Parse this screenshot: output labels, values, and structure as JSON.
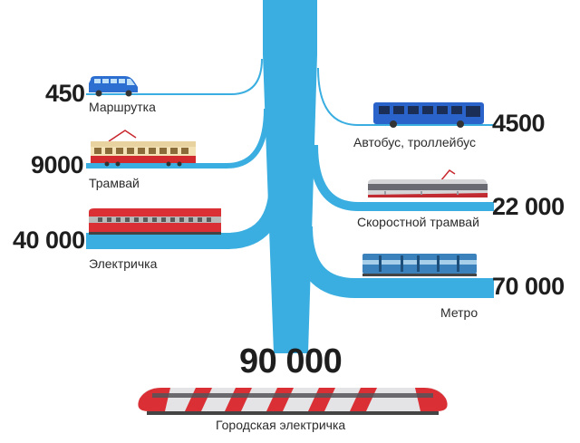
{
  "colors": {
    "flow": "#3aaee0",
    "number": "#1e1e1e",
    "label": "#2b2b2b"
  },
  "flows": [
    {
      "id": "minibus",
      "value": "450",
      "label": "Маршрутка",
      "icon": "minibus-icon"
    },
    {
      "id": "tram",
      "value": "9000",
      "label": "Трамвай",
      "icon": "tram-icon"
    },
    {
      "id": "elektrichka",
      "value": "40 000",
      "label": "Электричка",
      "icon": "suburban-train-icon"
    },
    {
      "id": "bus",
      "value": "4500",
      "label": "Автобус, троллейбус",
      "icon": "bus-icon"
    },
    {
      "id": "lrt",
      "value": "22 000",
      "label": "Скоростной трамвай",
      "icon": "light-rail-icon"
    },
    {
      "id": "metro",
      "value": "70 000",
      "label": "Метро",
      "icon": "metro-train-icon"
    }
  ],
  "total": {
    "value": "90 000",
    "label": "Городская электричка",
    "icon": "city-train-icon"
  }
}
